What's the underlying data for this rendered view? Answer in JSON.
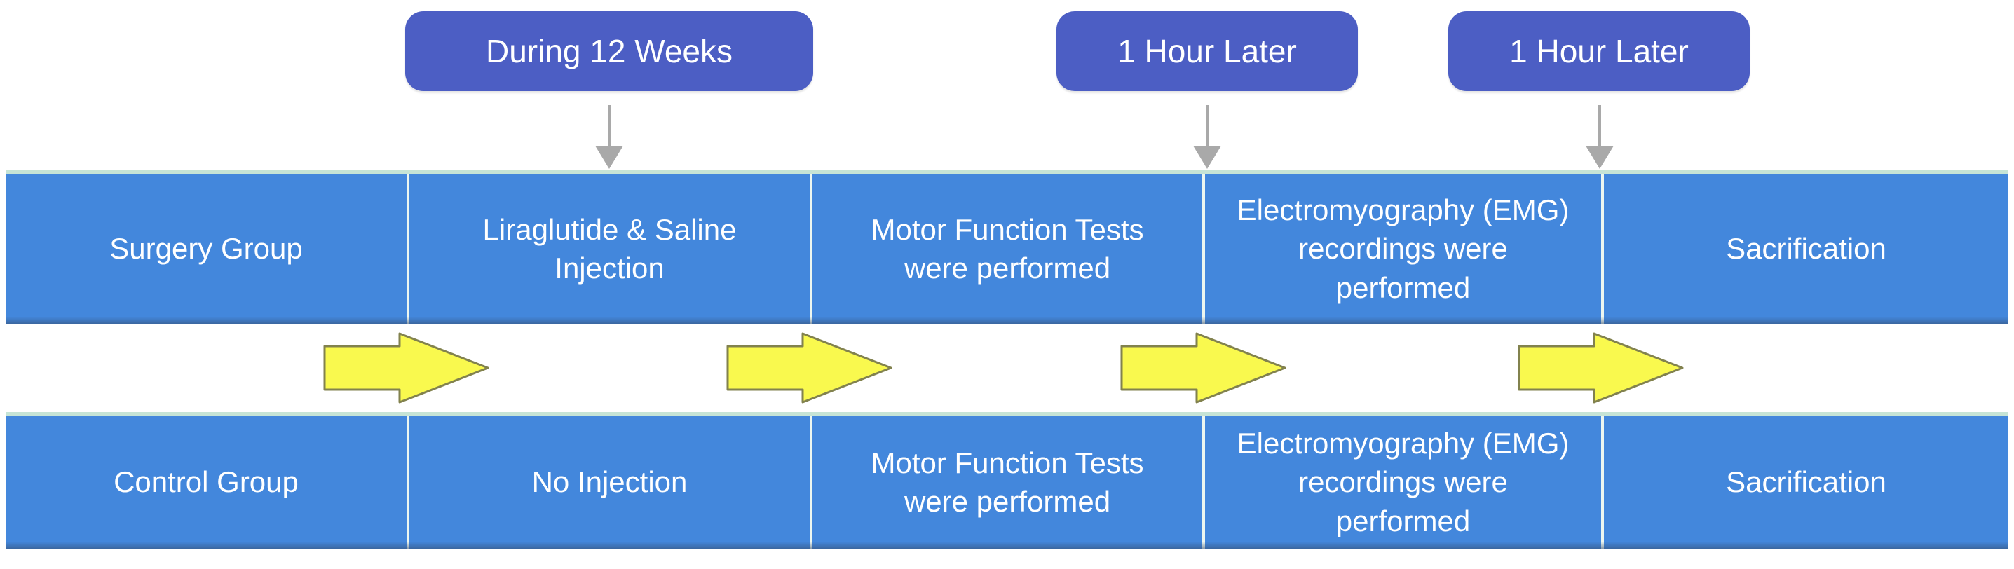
{
  "diagram": {
    "timeline_labels": [
      {
        "label": "During 12 Weeks"
      },
      {
        "label": "1 Hour Later"
      },
      {
        "label": "1 Hour Later"
      }
    ],
    "rows": [
      {
        "name": "Surgery Group",
        "cells": [
          [
            "Surgery Group"
          ],
          [
            "Liraglutide & Saline",
            "Injection"
          ],
          [
            "Motor Function Tests",
            "were performed"
          ],
          [
            "Electromyography (EMG)",
            "recordings were",
            "performed"
          ],
          [
            "Sacrification"
          ]
        ]
      },
      {
        "name": "Control Group",
        "cells": [
          [
            "Control Group"
          ],
          [
            "No Injection"
          ],
          [
            "Motor Function Tests",
            "were performed"
          ],
          [
            "Electromyography (EMG)",
            "recordings were",
            "performed"
          ],
          [
            "Sacrification"
          ]
        ]
      }
    ],
    "colors": {
      "badge_background": "#4c5ec4",
      "cell_background": "#4387dc",
      "cell_divider": "#ecf6f0",
      "row_top_edge": "#c6e4d6",
      "text": "#ffffff",
      "flow_arrow_fill": "#f9f94e",
      "flow_arrow_outline": "#82824e",
      "down_arrow": "#a9a9a9"
    }
  }
}
